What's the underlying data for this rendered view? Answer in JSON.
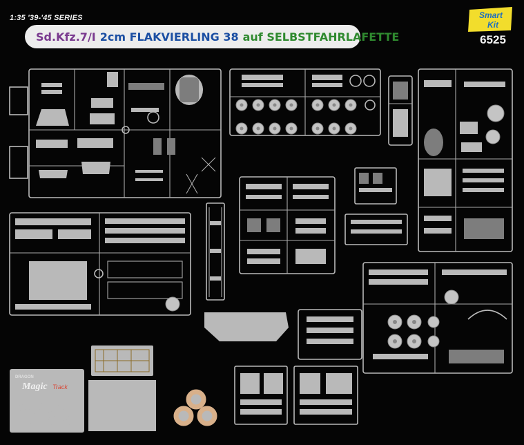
{
  "header": {
    "series": "1:35 '39-'45 SERIES",
    "title_part1": "Sd.Kfz.7/I",
    "title_part2": "2cm FLAKVIERLING 38",
    "title_part3": "auf SELBSTFAHRLAFETTE",
    "kit_number": "6525"
  },
  "logo": {
    "line1": "Smart",
    "line2": "Kit",
    "colors": {
      "fill": "#f2dd2c",
      "text": "#1e6fc0"
    }
  },
  "extras": {
    "magic_track_brand": "DRAGON",
    "magic_track_label": "Magic",
    "magic_track_sub": "Track"
  },
  "colors": {
    "background": "#050505",
    "sprue": "#b9b9b9",
    "title_pill": "#ededed",
    "title_purple": "#7a3a8f",
    "title_blue": "#1c4fa3",
    "title_green": "#2f8a2f",
    "photo_etch": "#c9a85a",
    "rubber_tire": "#d8b08a"
  }
}
